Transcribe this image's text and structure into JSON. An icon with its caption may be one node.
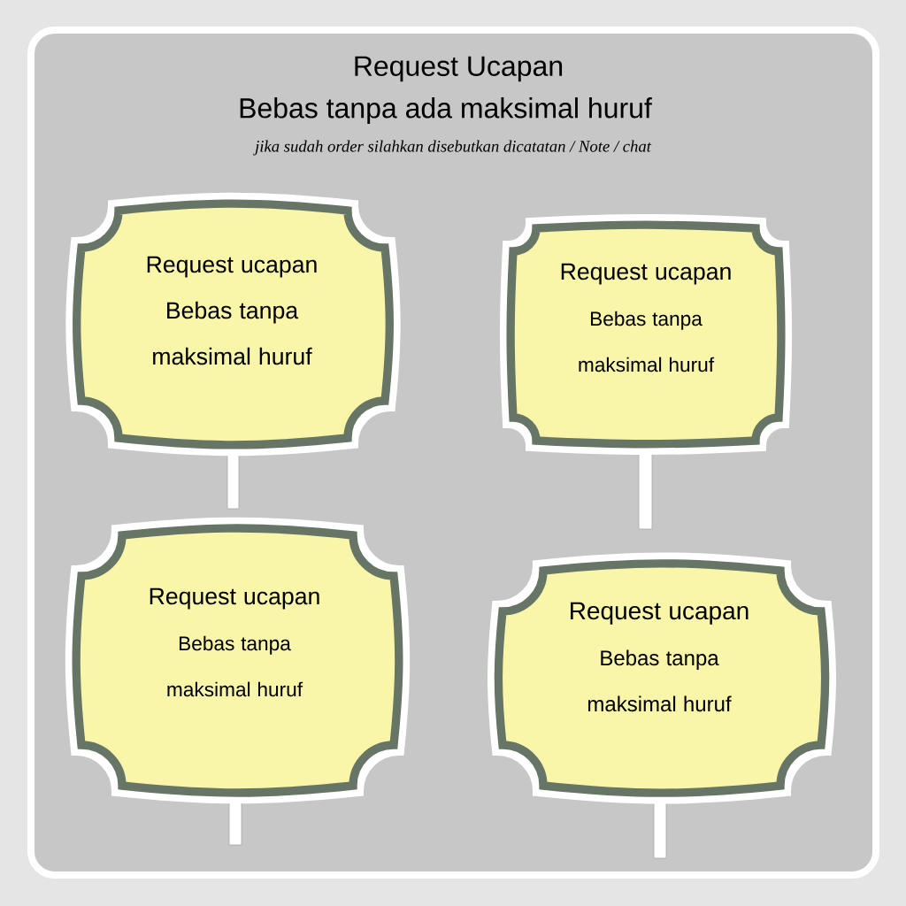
{
  "diagram": {
    "title": "Request Ucapan",
    "nodes": [
      {
        "text": [
          "Request ucapan",
          "Bebas tanpa maksimal huruf"
        ]
      },
      {
        "text": [
          "Request ucapan",
          "Bebas tanpa maksimal huruf"
        ]
      },
      {
        "text": [
          "Request ucapan",
          "Bebas tanpa maksimal huruf"
        ]
      },
      {
        "text": [
          "Request ucapan",
          "Bebas tanpa maksimal huruf"
        ]
      }
    ],
    "labels": [
      "Bebas tanpa ada maksimal huruf",
      "jika sudah order silahkan disebutkan dicatatan / Note / chat"
    ]
  }
}
